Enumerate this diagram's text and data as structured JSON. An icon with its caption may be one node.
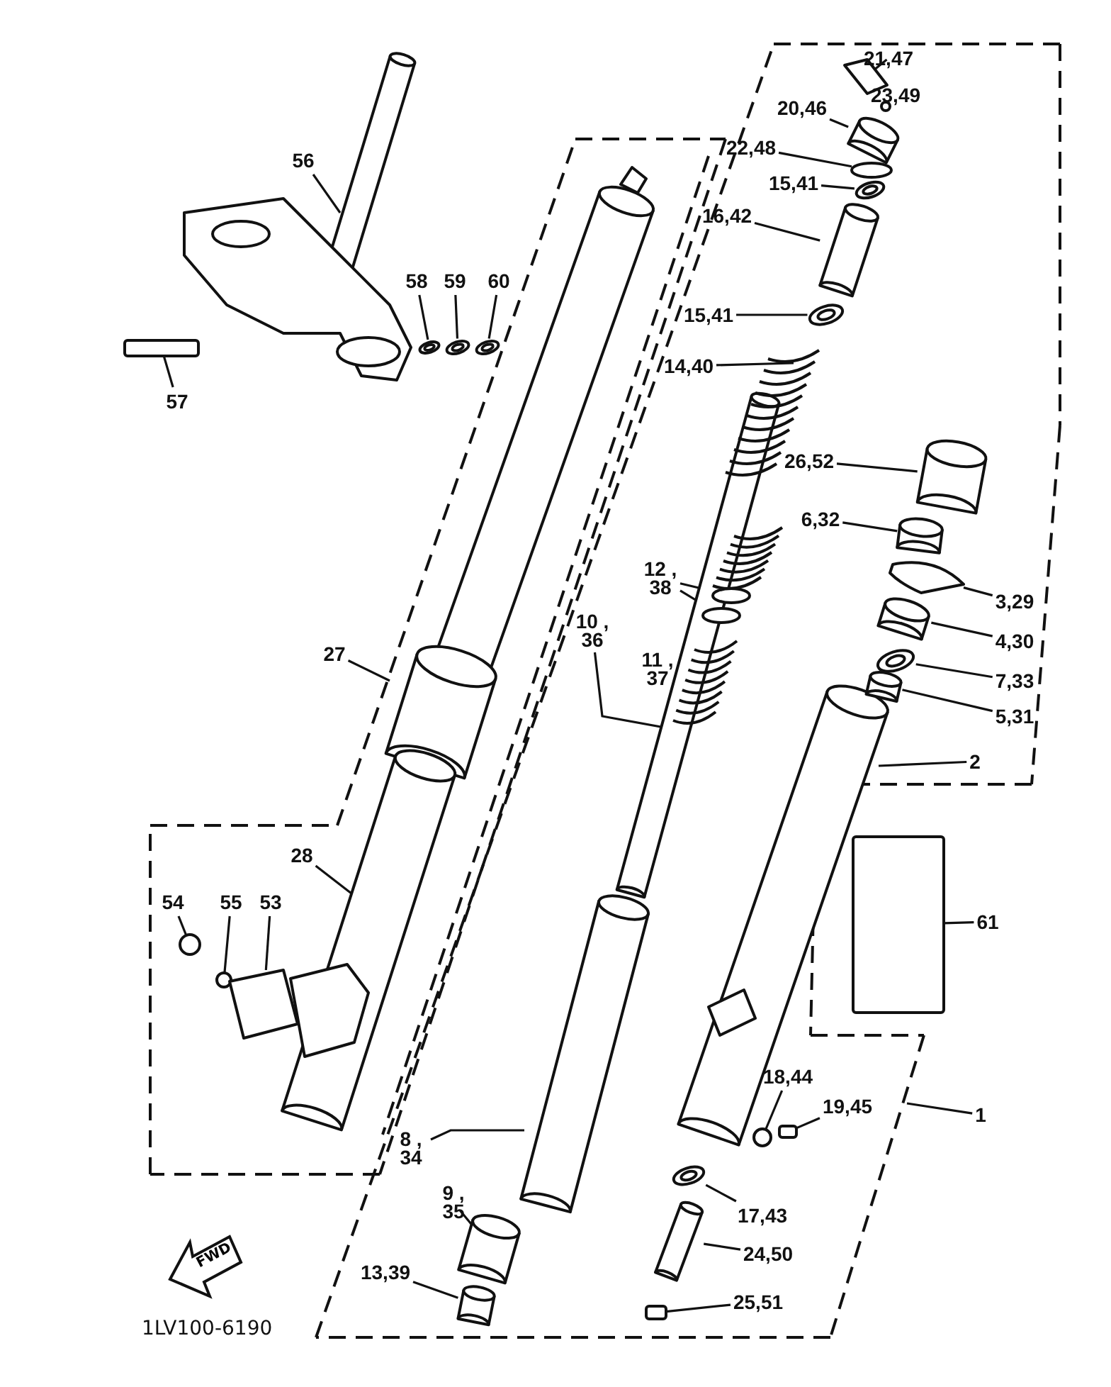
{
  "diagram": {
    "nodes": [
      {
        "text": [
          "21,47"
        ]
      },
      {
        "text": [
          "23,49"
        ]
      },
      {
        "text": [
          "20,46"
        ]
      },
      {
        "text": [
          "22,48"
        ]
      },
      {
        "text": [
          "56"
        ]
      },
      {
        "text": [
          "15,41"
        ]
      },
      {
        "text": [
          "16,42"
        ]
      },
      {
        "text": [
          "58"
        ]
      },
      {
        "text": [
          "59"
        ]
      },
      {
        "text": [
          "60"
        ]
      },
      {
        "text": [
          "15,41"
        ]
      },
      {
        "text": [
          "14,40"
        ]
      },
      {
        "text": [
          "57"
        ]
      },
      {
        "text": [
          "26,52"
        ]
      },
      {
        "text": [
          "6,32"
        ]
      },
      {
        "text": [
          "12 , 38"
        ]
      },
      {
        "text": [
          "3,29"
        ]
      },
      {
        "text": [
          "10 , 36"
        ]
      },
      {
        "text": [
          "4,30"
        ]
      },
      {
        "text": [
          "11 , 37"
        ]
      },
      {
        "text": [
          "27"
        ]
      },
      {
        "text": [
          "7,33"
        ]
      },
      {
        "text": [
          "5,31"
        ]
      },
      {
        "text": [
          "2"
        ]
      },
      {
        "text": [
          "28"
        ]
      },
      {
        "text": [
          "54"
        ]
      },
      {
        "text": [
          "55"
        ]
      },
      {
        "text": [
          "53"
        ]
      },
      {
        "text": [
          "61"
        ]
      },
      {
        "text": [
          "18,44"
        ]
      },
      {
        "text": [
          "19,45"
        ]
      },
      {
        "text": [
          "1"
        ]
      },
      {
        "text": [
          "8 , 34"
        ]
      },
      {
        "text": [
          "9 , 35"
        ]
      },
      {
        "text": [
          "17,43"
        ]
      },
      {
        "text": [
          "24,50"
        ]
      },
      {
        "text": [
          "13,39"
        ]
      },
      {
        "text": [
          "25,51"
        ]
      },
      {
        "text": [],
        "shape": "picture"
      },
      {
        "text": [],
        "shape": "picture"
      },
      {
        "text": [],
        "shape": "picture"
      },
      {
        "text": [],
        "shape": "circle"
      },
      {
        "text": [],
        "shape": "picture"
      },
      {
        "text": [],
        "shape": "picture"
      },
      {
        "text": [],
        "shape": "picture"
      },
      {
        "text": [],
        "shape": "picture"
      },
      {
        "text": [],
        "shape": "picture"
      },
      {
        "text": [],
        "shape": "picture"
      },
      {
        "text": [],
        "shape": "box"
      },
      {
        "text": [],
        "shape": "picture"
      },
      {
        "text": [],
        "shape": "picture"
      },
      {
        "text": [],
        "shape": "picture"
      },
      {
        "text": [],
        "shape": "picture"
      },
      {
        "text": [],
        "shape": "picture"
      },
      {
        "text": [],
        "shape": "picture"
      },
      {
        "text": [],
        "shape": "circle"
      },
      {
        "text": [],
        "shape": "circle"
      },
      {
        "text": [],
        "shape": "circle"
      },
      {
        "text": [],
        "shape": "circle"
      },
      {
        "text": [],
        "shape": "picture"
      },
      {
        "text": [],
        "shape": "box"
      },
      {
        "text": [],
        "shape": "circle"
      },
      {
        "text": [],
        "shape": "box"
      },
      {
        "text": [],
        "shape": "picture"
      },
      {
        "text": [],
        "shape": "picture"
      },
      {
        "text": [],
        "shape": "picture"
      },
      {
        "text": [],
        "shape": "picture"
      },
      {
        "text": [],
        "shape": "box"
      },
      {
        "text": [
          "FWD"
        ]
      }
    ],
    "edges": [
      {
        "from": 0,
        "to": 38,
        "arrow": "none"
      },
      {
        "from": 1,
        "to": 39,
        "arrow": "none"
      },
      {
        "from": 2,
        "to": 40,
        "arrow": "none"
      },
      {
        "from": 3,
        "to": 41,
        "arrow": "none"
      },
      {
        "from": 4,
        "to": null,
        "arrow": "none"
      },
      {
        "from": 5,
        "to": 42,
        "arrow": "none"
      },
      {
        "from": 6,
        "to": 43,
        "arrow": "none"
      },
      {
        "from": 7,
        "to": 45,
        "arrow": "none"
      },
      {
        "from": 8,
        "to": 46,
        "arrow": "none"
      },
      {
        "from": 9,
        "to": 47,
        "arrow": "none"
      },
      {
        "from": 10,
        "to": 44,
        "arrow": "none"
      },
      {
        "from": 11,
        "to": null,
        "arrow": "none"
      },
      {
        "from": 12,
        "to": 48,
        "arrow": "none"
      },
      {
        "from": 13,
        "to": 49,
        "arrow": "none"
      },
      {
        "from": 14,
        "to": 50,
        "arrow": "none"
      },
      {
        "from": 15,
        "to": 55,
        "arrow": "none"
      },
      {
        "from": 15,
        "to": 56,
        "arrow": "none"
      },
      {
        "from": 16,
        "to": 51,
        "arrow": "none"
      },
      {
        "from": 17,
        "to": null,
        "arrow": "none"
      },
      {
        "from": 18,
        "to": 52,
        "arrow": "none"
      },
      {
        "from": 19,
        "to": null,
        "arrow": "none"
      },
      {
        "from": 20,
        "to": null,
        "arrow": "none"
      },
      {
        "from": 21,
        "to": 53,
        "arrow": "none"
      },
      {
        "from": 22,
        "to": 54,
        "arrow": "none"
      },
      {
        "from": 23,
        "to": null,
        "arrow": "none"
      },
      {
        "from": 24,
        "to": null,
        "arrow": "none"
      },
      {
        "from": 25,
        "to": 57,
        "arrow": "none"
      },
      {
        "from": 26,
        "to": 58,
        "arrow": "none"
      },
      {
        "from": 27,
        "to": 59,
        "arrow": "none"
      },
      {
        "from": 28,
        "to": 60,
        "arrow": "none"
      },
      {
        "from": 29,
        "to": 61,
        "arrow": "none"
      },
      {
        "from": 30,
        "to": 62,
        "arrow": "none"
      },
      {
        "from": 31,
        "to": null,
        "arrow": "none"
      },
      {
        "from": 32,
        "to": null,
        "arrow": "none"
      },
      {
        "from": 33,
        "to": 63,
        "arrow": "none"
      },
      {
        "from": 34,
        "to": 64,
        "arrow": "none"
      },
      {
        "from": 35,
        "to": 65,
        "arrow": "none"
      },
      {
        "from": 36,
        "to": 66,
        "arrow": "none"
      },
      {
        "from": 37,
        "to": 67,
        "arrow": "none"
      }
    ],
    "labels": [
      "1LV100-6190"
    ]
  }
}
